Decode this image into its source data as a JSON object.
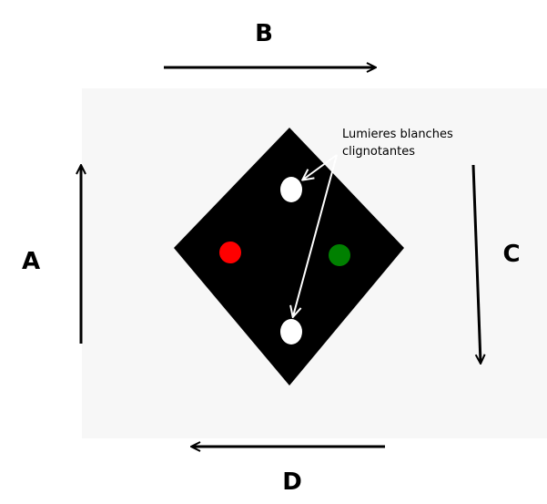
{
  "labels": {
    "a": "A",
    "b": "B",
    "c": "C",
    "d": "D"
  },
  "callout": {
    "line1": "Lumieres blanches",
    "line2": "clignotantes"
  },
  "colors": {
    "background_panel": "#f7f7f7",
    "diamond": "#000000",
    "light_red": "#ff0000",
    "light_green": "#008000",
    "light_white": "#ffffff",
    "arrows": "#000000",
    "callout_arrows": "#ffffff"
  }
}
